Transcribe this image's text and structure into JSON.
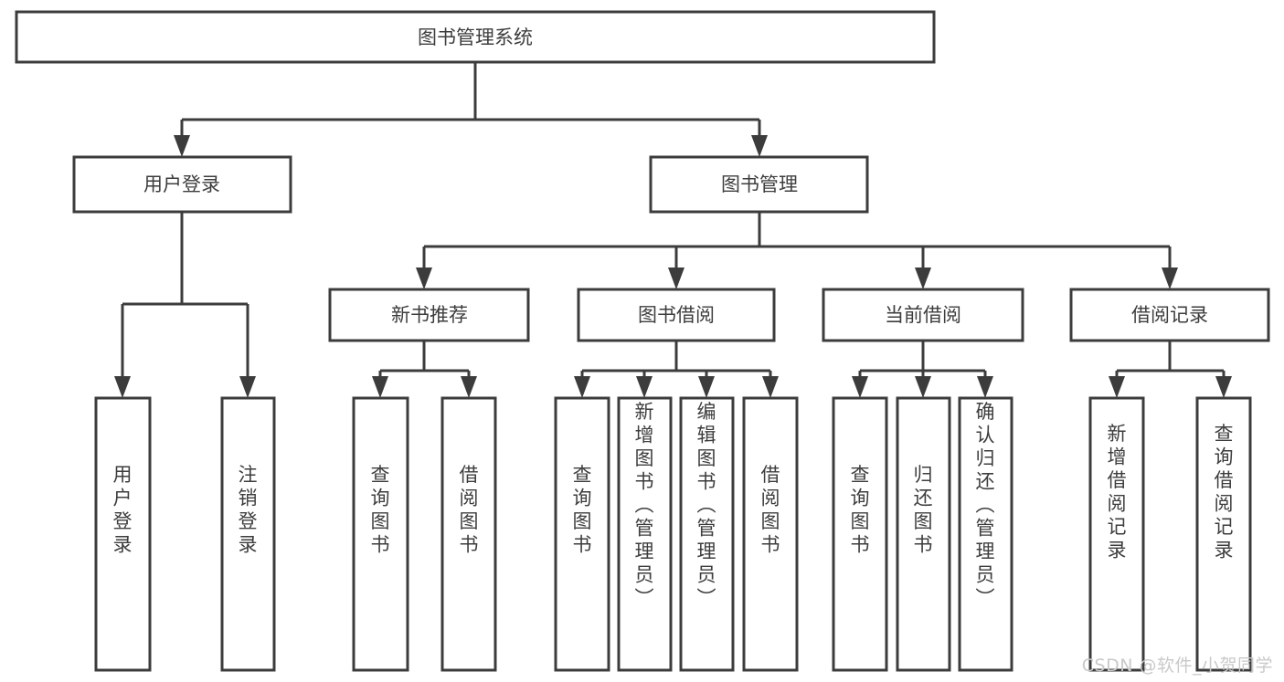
{
  "diagram": {
    "type": "tree-hierarchy-chart",
    "title": "图书管理系统",
    "watermark": "CSDN @软件_小贺同学",
    "colors": {
      "background": "#ffffff",
      "box_stroke": "#3c3c3c",
      "box_fill": "#ffffff",
      "text": "#3d3d3d",
      "connector": "#3c3c3c",
      "watermark": "#c9c9c9"
    },
    "levels": [
      {
        "level": 1,
        "nodes": [
          {
            "id": "root",
            "label": "图书管理系统",
            "orientation": "horizontal"
          }
        ]
      },
      {
        "level": 2,
        "nodes": [
          {
            "id": "user-login",
            "label": "用户登录",
            "orientation": "horizontal",
            "parent": "root"
          },
          {
            "id": "book-manage",
            "label": "图书管理",
            "orientation": "horizontal",
            "parent": "root"
          }
        ]
      },
      {
        "level": 3,
        "nodes": [
          {
            "id": "new-book-rec",
            "label": "新书推荐",
            "orientation": "horizontal",
            "parent": "book-manage"
          },
          {
            "id": "book-borrow",
            "label": "图书借阅",
            "orientation": "horizontal",
            "parent": "book-manage"
          },
          {
            "id": "current-borrow",
            "label": "当前借阅",
            "orientation": "horizontal",
            "parent": "book-manage"
          },
          {
            "id": "borrow-record",
            "label": "借阅记录",
            "orientation": "horizontal",
            "parent": "book-manage"
          }
        ]
      },
      {
        "level": 4,
        "nodes": [
          {
            "id": "leaf-user-login",
            "label": "用户登录",
            "orientation": "vertical",
            "parent": "user-login"
          },
          {
            "id": "leaf-user-logout",
            "label": "注销登录",
            "orientation": "vertical",
            "parent": "user-login"
          },
          {
            "id": "leaf-query-book-1",
            "label": "查询图书",
            "orientation": "vertical",
            "parent": "new-book-rec"
          },
          {
            "id": "leaf-borrow-book-1",
            "label": "借阅图书",
            "orientation": "vertical",
            "parent": "new-book-rec"
          },
          {
            "id": "leaf-query-book-2",
            "label": "查询图书",
            "orientation": "vertical",
            "parent": "book-borrow"
          },
          {
            "id": "leaf-add-book",
            "label": "新增图书（管理员）",
            "orientation": "vertical",
            "parent": "book-borrow"
          },
          {
            "id": "leaf-edit-book",
            "label": "编辑图书（管理员）",
            "orientation": "vertical",
            "parent": "book-borrow"
          },
          {
            "id": "leaf-borrow-book-2",
            "label": "借阅图书",
            "orientation": "vertical",
            "parent": "book-borrow"
          },
          {
            "id": "leaf-query-book-3",
            "label": "查询图书",
            "orientation": "vertical",
            "parent": "current-borrow"
          },
          {
            "id": "leaf-return-book",
            "label": "归还图书",
            "orientation": "vertical",
            "parent": "current-borrow"
          },
          {
            "id": "leaf-confirm-return",
            "label": "确认归还（管理员）",
            "orientation": "vertical",
            "parent": "current-borrow"
          },
          {
            "id": "leaf-add-record",
            "label": "新增借阅记录",
            "orientation": "vertical",
            "parent": "borrow-record"
          },
          {
            "id": "leaf-query-record",
            "label": "查询借阅记录",
            "orientation": "vertical",
            "parent": "borrow-record"
          }
        ]
      }
    ]
  }
}
